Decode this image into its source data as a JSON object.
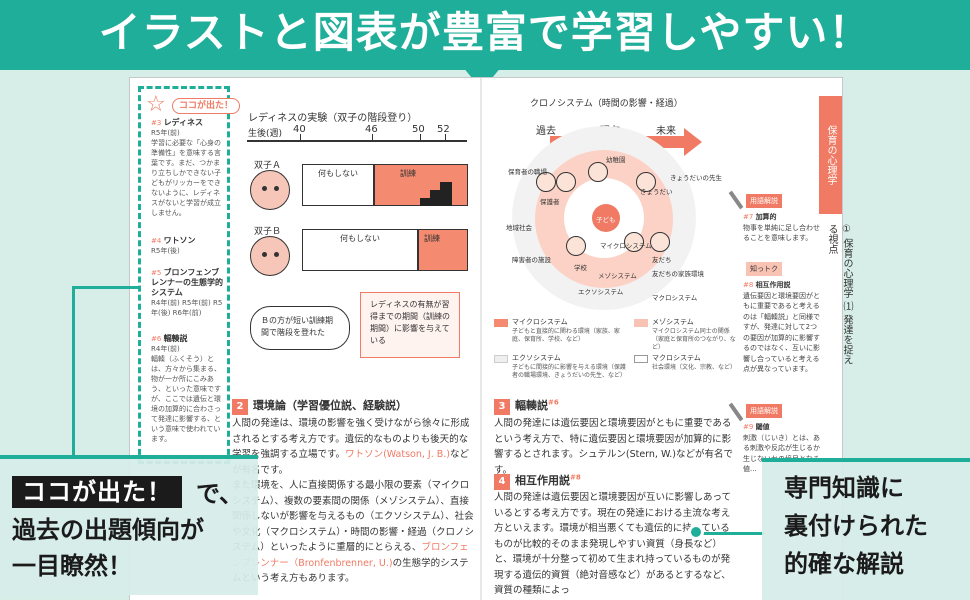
{
  "banner": {
    "headline": "イラストと図表が豊富で学習しやすい！"
  },
  "sidebar": {
    "tag": "ココが出た！",
    "entries": [
      {
        "num": "#3",
        "title": "レディネス",
        "refs": "R5年(前)",
        "text": "学習に必要な「心身の準備性」を意味する言葉です。まだ、つかまり立ちしかできない子どもがリッカーをできないように、レディネスがないと学習が成立しません。"
      },
      {
        "num": "#4",
        "title": "ワトソン",
        "refs": "R5年(後)",
        "text": ""
      },
      {
        "num": "#5",
        "title": "ブロンフェンブレンナーの生態学的システム",
        "refs": "R4年(前) R5年(前) R5年(後) R6年(前)",
        "text": ""
      },
      {
        "num": "#6",
        "title": "輻輳説",
        "refs": "R4年(前)",
        "text": "輻輳（ふくそう）とは、方々から集まる、物が一か所にこみあう、といった意味ですが、ここでは遺伝と環境の加算的に合わさって発達に影響する、という意味で使われています。"
      }
    ]
  },
  "ladder": {
    "title": "レディネスの実験（双子の階段登り）",
    "age_label": "生後(週)",
    "ages": [
      "40",
      "46",
      "50",
      "52"
    ],
    "twin_a": "双子Ａ",
    "twin_b": "双子Ｂ",
    "nothing": "何もしない",
    "training": "訓練",
    "note_b": "Ｂの方が短い訓練期間で階段を登れた",
    "note_r": "レディネスの有無が習得までの期間（訓練の期間）に影響を与えている"
  },
  "section2": {
    "num": "2",
    "title": "環境論（学習優位説、経験説）",
    "p1a": "人間の発達は、環境の影響を強く受けながら徐々に形成されるとする考え方です。遺伝的なものよりも後天的な学習を強調する立場です。",
    "watson": "ワトソン(Watson, J. B.)",
    "p1b": "などが有名です。",
    "p2": "また環境を、人に直接関係する最小限の要素（マイクロシステム）、複数の要素間の関係（メゾシステム）、直接関係しないが影響を与えるもの（エクソシステム）、社会や文化（マクロシステム）・時間の影響・経過（クロノシステム）といったように重層的にとらえる、",
    "bronfen": "ブロンフェンブレンナー（Bronfenbrenner, U.)",
    "p2b": "の生態学的システムという考え方もあります。"
  },
  "chrono": {
    "title": "クロノシステム（時間の影響・経過）",
    "past": "過去",
    "present": "現在",
    "future": "未来",
    "labels": [
      "保育者の職場",
      "保護者",
      "地域社会",
      "学校",
      "幼稚園",
      "きょうだい",
      "きょうだいの先生",
      "マイクロシステム",
      "友だち",
      "メゾシステム",
      "エクソシステム",
      "マクロシステム",
      "障害者の施設",
      "友だちの家族環境",
      "子ども"
    ]
  },
  "legend": [
    {
      "color": "#f48b70",
      "title": "マイクロシステム",
      "sub": "子どもと直接的に関わる環境（家族、家庭、保育所、学校、など）"
    },
    {
      "color": "#f9c3b4",
      "title": "メゾシステム",
      "sub": "マイクロシステム同士の関係（家庭と保育所のつながり、など）"
    },
    {
      "color": "#efefef",
      "title": "エクソシステム",
      "sub": "子どもに間接的に影響を与える環境（保護者の職場環境、きょうだいの先生、など）"
    },
    {
      "color": "#ffffff",
      "title": "マクロシステム",
      "sub": "社会環境（文化、宗教、など）"
    }
  ],
  "section3": {
    "num": "3",
    "title": "輻輳説",
    "ref": "#6",
    "text": "人間の発達には遺伝要因と環境要因がともに重要であるという考え方で、特に遺伝要因と環境要因が加算的に影響するとされます。シュテルン(Stern, W.)などが有名です。"
  },
  "section4": {
    "num": "4",
    "title": "相互作用説",
    "ref": "#8",
    "text": "人間の発達は遺伝要因と環境要因が互いに影響しあっているとする考え方です。現在の発達における主流な考え方といえます。環境が相当悪くても遺伝的に持つているものが比較的そのまま発現しやすい資質（身長など）と、環境が十分整って初めて生まれ持っているものが発現する遺伝的資質（絶対音感など）があるとするなど、資質の種類によっ"
  },
  "rsidebar": {
    "yougo1": "用語解説",
    "num7": "#7",
    "term7": "加算的",
    "text7": "物事を単純に足し合わせることを意味します。",
    "shiru": "知っトク",
    "num8": "#8",
    "term8": "相互作用説",
    "text8": "遺伝要因と環境要因がともに重要であると考えるのは「輻輳説」と同様ですが、発達に対して2つの要因が加算的に影響するのではなく、互いに影響し合っていると考える点が異なっています。",
    "yougo2": "用語解説",
    "num9": "#9",
    "term9": "閾値",
    "text9": "刺激（じいき）とは、ある刺激や反応が生じるか生じないかの境目となる値..."
  },
  "tab": {
    "label": "保育の心理学",
    "chapter": "① 保育の心理学 ⑴ 発達を捉える視点"
  },
  "callout_left": {
    "tag": "ココが出た！",
    "tail": "で、",
    "line2": "過去の出題傾向が",
    "line3": "一目瞭然！"
  },
  "callout_right": {
    "line1": "専門知識に",
    "line2": "裏付けられた",
    "line3": "的確な解説"
  }
}
